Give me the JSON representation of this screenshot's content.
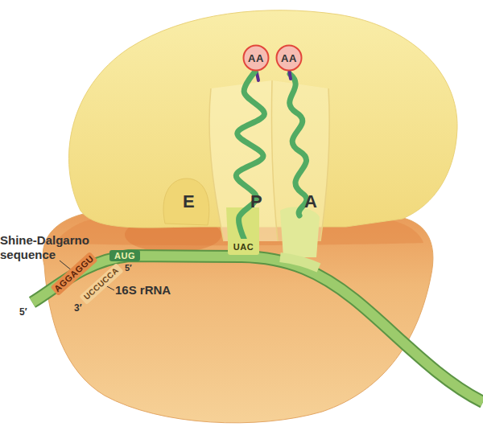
{
  "diagram": {
    "nodes": [
      {
        "text": [
          "AA"
        ]
      },
      {
        "text": [
          "AA"
        ]
      },
      {
        "text": [
          "UAC"
        ]
      },
      {
        "text": [
          "AGGAGGU"
        ]
      },
      {
        "text": [
          "AUG"
        ]
      },
      {
        "text": [
          "UCCUCCA"
        ]
      }
    ],
    "edges": [
      {
        "from": 0,
        "to": 2,
        "arrow": "none"
      }
    ],
    "labels": [
      "E",
      "P",
      "A",
      "Shine-Dalgarno sequence",
      "5′",
      "16S rRNA",
      "5′",
      "3′"
    ]
  }
}
